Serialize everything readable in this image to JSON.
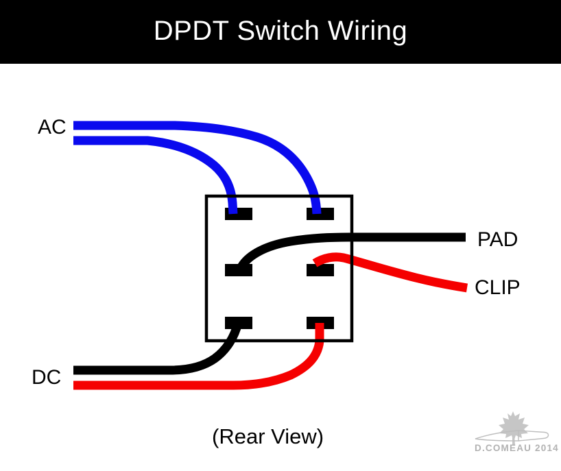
{
  "header": {
    "title": "DPDT Switch Wiring"
  },
  "labels": {
    "ac": "AC",
    "dc": "DC",
    "pad": "PAD",
    "clip": "CLIP",
    "rear_view": "(Rear View)"
  },
  "colors": {
    "header_bg": "#000000",
    "header_text": "#ffffff",
    "background": "#ffffff",
    "ac_wire": "#0a0aee",
    "red_wire": "#f50000",
    "black_wire": "#000000",
    "switch_border": "#000000",
    "switch_fill": "#ffffff",
    "terminal": "#000000",
    "watermark_gray": "#b2b2b2",
    "watermark_leaf_gray": "#c6c6c6"
  },
  "switch": {
    "type": "DPDT",
    "view": "Rear",
    "terminal_rows": 3,
    "terminal_cols": 2
  },
  "connections": [
    {
      "wire": "ac-line-upper",
      "color": "blue",
      "from": "AC",
      "to": "top-right-terminal"
    },
    {
      "wire": "ac-line-lower",
      "color": "blue",
      "from": "AC",
      "to": "top-left-terminal"
    },
    {
      "wire": "pad-output",
      "color": "black",
      "from": "middle-left-terminal",
      "to": "PAD"
    },
    {
      "wire": "clip-output",
      "color": "red",
      "from": "middle-right-terminal",
      "to": "CLIP"
    },
    {
      "wire": "dc-black",
      "color": "black",
      "from": "bottom-left-terminal",
      "to": "DC"
    },
    {
      "wire": "dc-red",
      "color": "red",
      "from": "bottom-right-terminal",
      "to": "DC"
    }
  ],
  "watermark": {
    "text": "D.COMEAU 2014"
  }
}
